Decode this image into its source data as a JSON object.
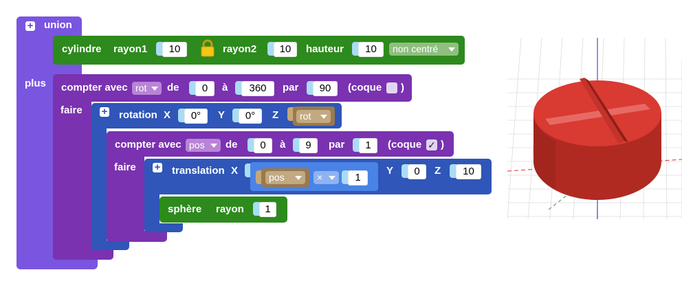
{
  "union": {
    "label": "union",
    "plus_label": "plus"
  },
  "cylinder": {
    "label": "cylindre",
    "rayon1_label": "rayon1",
    "rayon1_value": "10",
    "rayon2_label": "rayon2",
    "rayon2_value": "10",
    "hauteur_label": "hauteur",
    "hauteur_value": "10",
    "center_option": "non centré"
  },
  "loop_outer": {
    "label": "compter avec",
    "variable": "rot",
    "de_label": "de",
    "de_value": "0",
    "a_label": "à",
    "a_value": "360",
    "par_label": "par",
    "par_value": "90",
    "coque_label": "(coque",
    "coque_close": ")",
    "faire_label": "faire"
  },
  "rotation": {
    "label": "rotation",
    "x_label": "X",
    "x_value": "0°",
    "y_label": "Y",
    "y_value": "0°",
    "z_label": "Z",
    "z_variable": "rot"
  },
  "loop_inner": {
    "label": "compter avec",
    "variable": "pos",
    "de_label": "de",
    "de_value": "0",
    "a_label": "à",
    "a_value": "9",
    "par_label": "par",
    "par_value": "1",
    "coque_label": "(coque",
    "coque_check": "✓",
    "coque_close": ")",
    "faire_label": "faire"
  },
  "translation": {
    "label": "translation",
    "x_label": "X",
    "x_variable": "pos",
    "x_operator": "×",
    "x_multiplier": "1",
    "y_label": "Y",
    "y_value": "0",
    "z_label": "Z",
    "z_value": "10"
  },
  "sphere": {
    "label": "sphère",
    "rayon_label": "rayon",
    "rayon_value": "1"
  },
  "icons": [
    "plus-icon",
    "lock-icon",
    "dropdown-arrow-icon",
    "checkbox-icon"
  ],
  "colors": {
    "union": "#7a55e0",
    "shape_green": "#2d8a1d",
    "loop_purple": "#7a32b0",
    "transform_blue": "#2f56b8",
    "variable_brown": "#9a7a4a",
    "input_socket": "#a8dcf5",
    "model_red": "#d93a32"
  },
  "preview": {
    "object": "red-cylinder-with-cross-ridges"
  }
}
